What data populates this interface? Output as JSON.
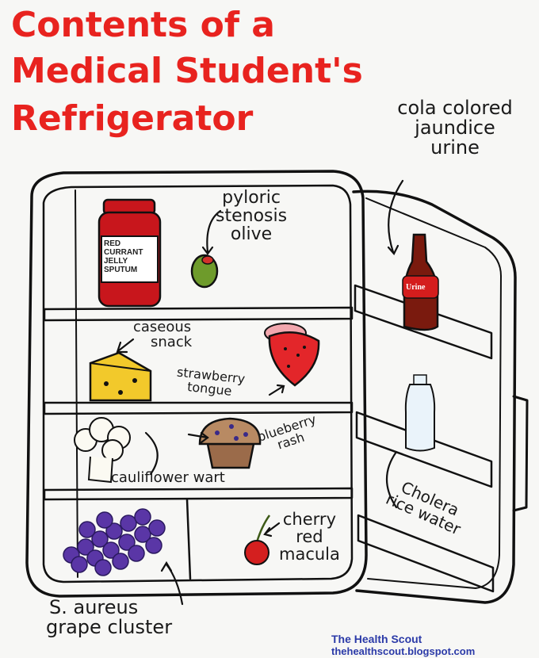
{
  "title": {
    "line1": "Contents of a",
    "line2": "Medical Student's",
    "line3": "Refrigerator"
  },
  "labels": {
    "cola": [
      "cola colored",
      "jaundice",
      "urine"
    ],
    "olive": [
      "pyloric",
      "stenosis",
      "olive"
    ],
    "jar": [
      "RED",
      "CURRANT",
      "JELLY",
      "SPUTUM"
    ],
    "bottle": "Urine",
    "cheese": [
      "caseous",
      "snack"
    ],
    "strawberry": [
      "strawberry",
      "tongue"
    ],
    "blueberry": [
      "blueberry",
      "rash"
    ],
    "cauliflower": "cauliflower wart",
    "cherry": [
      "cherry",
      "red",
      "macula"
    ],
    "water": [
      "Cholera",
      "rice water"
    ],
    "grape": [
      "S. aureus",
      "grape cluster"
    ]
  },
  "credit": {
    "name": "The Health Scout",
    "url": "thehealthscout.blogspot.com"
  },
  "colors": {
    "title": "#e8231f",
    "jar": "#c8161c",
    "olive": "#6e9b2b",
    "cheese": "#f2c92b",
    "strawberry": "#e3262a",
    "muffin": "#9b6b4a",
    "grape": "#5a36a6",
    "cherry": "#d41f1f",
    "credit": "#2b3aa8"
  }
}
